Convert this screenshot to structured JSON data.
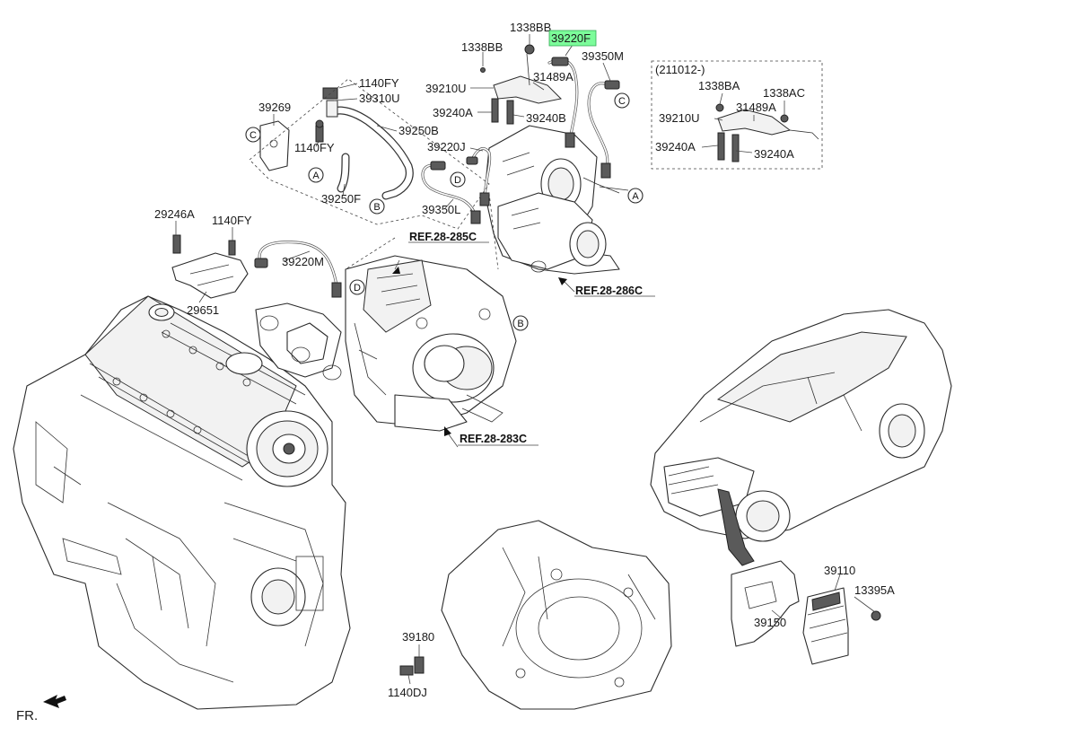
{
  "labels": {
    "l1338BB_top": "1338BB",
    "l39220F": "39220F",
    "l1338BB_left": "1338BB",
    "l39350M": "39350M",
    "l39210U": "39210U",
    "l31489A": "31489A",
    "l39240A": "39240A",
    "l39240B": "39240B",
    "l39220J": "39220J",
    "l1140FY_a": "1140FY",
    "l39310U": "39310U",
    "l39269": "39269",
    "l39250B": "39250B",
    "l1140FY_b": "1140FY",
    "l39250F": "39250F",
    "l39350L": "39350L",
    "l29246A": "29246A",
    "l1140FY_c": "1140FY",
    "l39220M": "39220M",
    "l29651": "29651",
    "l39110": "39110",
    "l13395A": "13395A",
    "l39150": "39150",
    "l39180": "39180",
    "l1140DJ": "1140DJ",
    "fr": "FR."
  },
  "inset": {
    "title": "(211012-)",
    "l1338BA": "1338BA",
    "l1338AC": "1338AC",
    "l39210U": "39210U",
    "l31489A": "31489A",
    "l39240A_a": "39240A",
    "l39240A_b": "39240A"
  },
  "refs": {
    "ref285": "REF.28-285C",
    "ref286": "REF.28-286C",
    "ref283": "REF.28-283C"
  },
  "callouts": {
    "A": "A",
    "B": "B",
    "C": "C",
    "D": "D"
  },
  "highlight": {
    "part": "39220F",
    "color": "#7CFC9A"
  }
}
